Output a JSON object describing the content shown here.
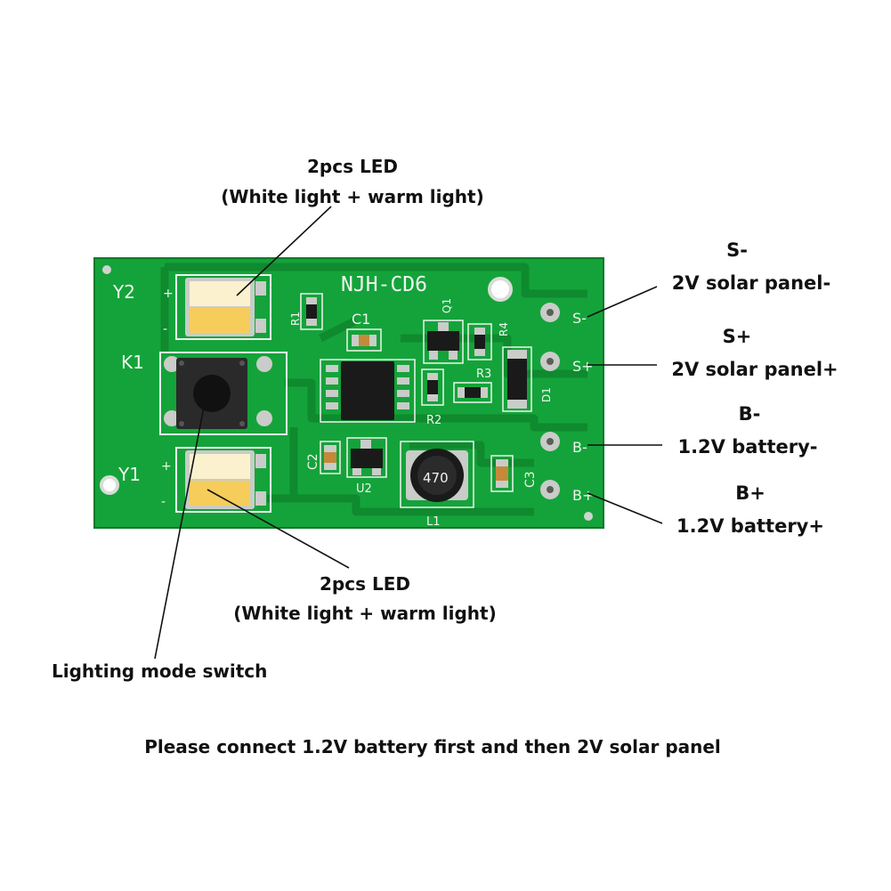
{
  "colors": {
    "pcb_green": "#14a33a",
    "trace_green": "#0f8a2f",
    "silkscreen": "#eef5ee",
    "pad_silver": "#c9ccc8",
    "warm_led": "#f6cd5a",
    "white_led": "#fbf1cf",
    "chip_black": "#1a1a1a",
    "label_text": "#111111"
  },
  "board": {
    "title": "NJH-CD6",
    "designators": {
      "y2": "Y2",
      "y1": "Y1",
      "k1": "K1",
      "r1": "R1",
      "c1": "C1",
      "q1": "Q1",
      "r4": "R4",
      "r3": "R3",
      "r2": "R2",
      "d1": "D1",
      "c2": "C2",
      "u2": "U2",
      "c3": "C3",
      "l1": "L1",
      "inductor_code": "470"
    },
    "pins": {
      "s_minus": "S-",
      "s_plus": "S+",
      "b_minus": "B-",
      "b_plus": "B+",
      "plus": "+",
      "minus": "-"
    }
  },
  "annotations": {
    "led_top": {
      "line1": "2pcs LED",
      "line2": "(White light + warm light)"
    },
    "led_bottom": {
      "line1": "2pcs LED",
      "line2": "(White light + warm light)"
    },
    "switch": "Lighting mode switch",
    "s_minus": {
      "title": "S-",
      "desc": "2V solar panel-"
    },
    "s_plus": {
      "title": "S+",
      "desc": "2V solar panel+"
    },
    "b_minus": {
      "title": "B-",
      "desc": "1.2V battery-"
    },
    "b_plus": {
      "title": "B+",
      "desc": "1.2V battery+"
    },
    "footer": "Please connect 1.2V battery first and then 2V solar panel"
  }
}
